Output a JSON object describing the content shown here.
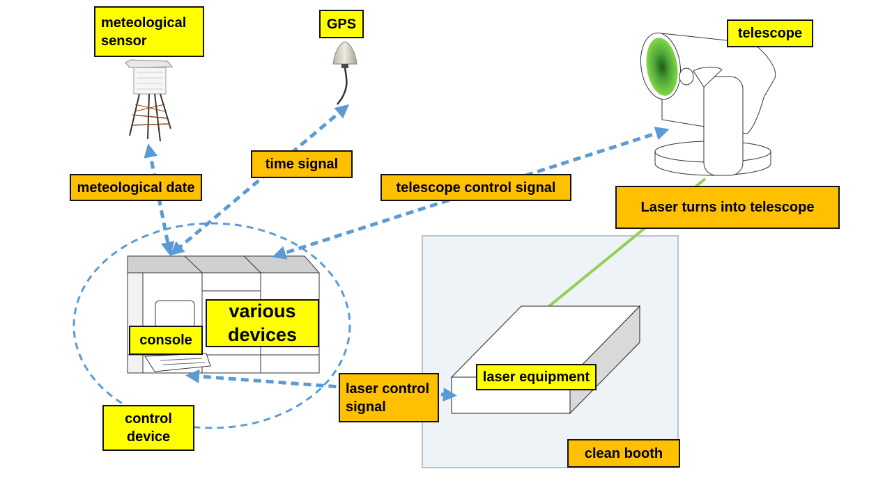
{
  "labels": {
    "meteo_sensor": "meteological\nsensor",
    "gps": "GPS",
    "telescope": "telescope",
    "time_signal": "time signal",
    "meteo_date": "meteological date",
    "telescope_control": "telescope control signal",
    "laser_turns": "Laser turns into telescope",
    "various_devices": "various\ndevices",
    "console": "console",
    "laser_control": "laser control\nsignal",
    "laser_equipment": "laser equipment",
    "control_device": "control\ndevice",
    "clean_booth": "clean booth"
  },
  "colors": {
    "label_yellow": "#ffff00",
    "label_orange": "#ffc000",
    "arrow_blue": "#5b9bd5",
    "laser_green": "#92d050",
    "booth_fill": "#eef3f8"
  },
  "icons": [
    "weather-station-icon",
    "gps-antenna-icon",
    "telescope-icon",
    "equipment-rack-icon",
    "laser-box-icon"
  ]
}
